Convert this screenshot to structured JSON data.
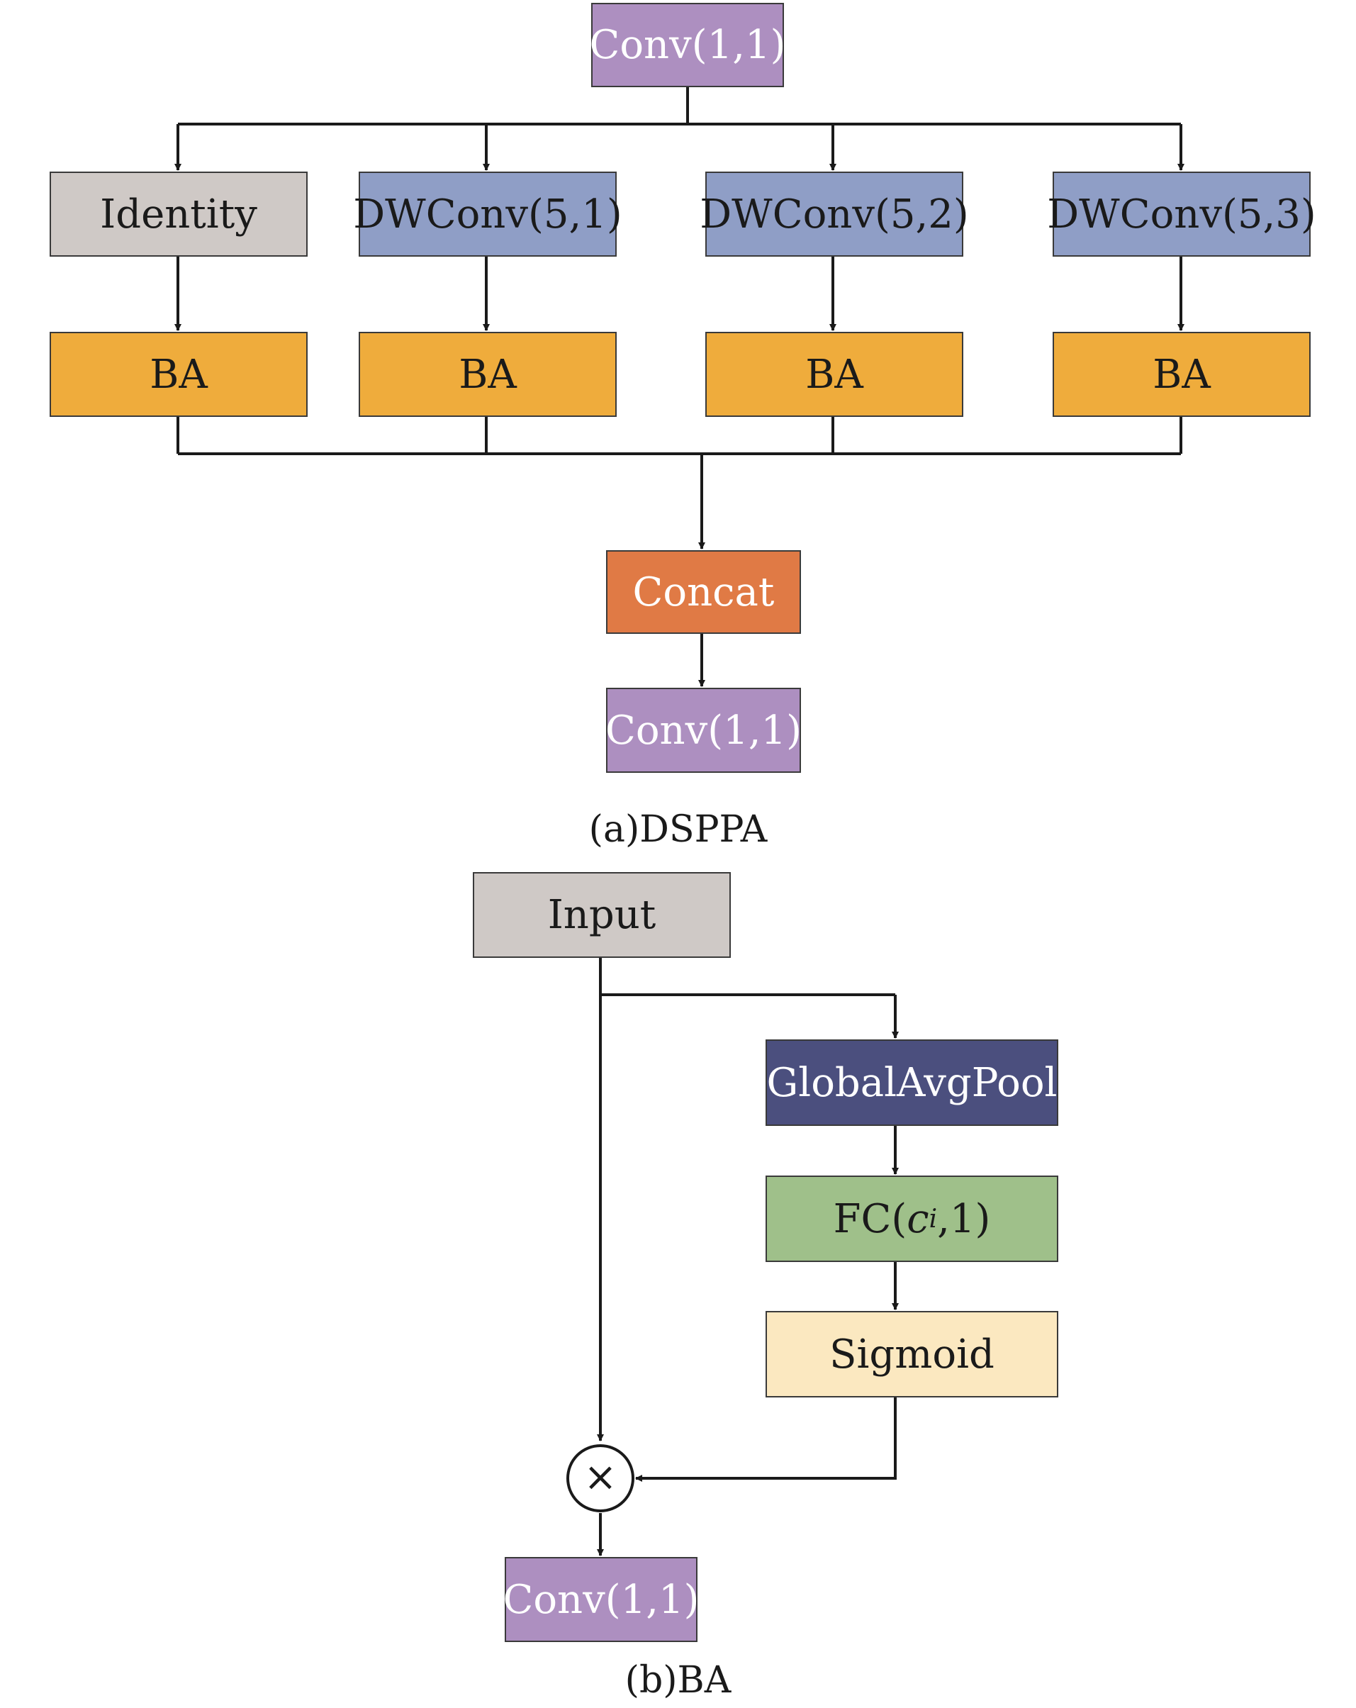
{
  "part_a": {
    "caption": "(a)DSPPA",
    "top_conv": "Conv(1,1)",
    "branches": [
      {
        "op": "Identity",
        "att": "BA"
      },
      {
        "op": "DWConv(5,1)",
        "att": "BA"
      },
      {
        "op": "DWConv(5,2)",
        "att": "BA"
      },
      {
        "op": "DWConv(5,3)",
        "att": "BA"
      }
    ],
    "concat": "Concat",
    "bottom_conv": "Conv(1,1)"
  },
  "part_b": {
    "caption": "(b)BA",
    "input": "Input",
    "gap": "GlobalAvgPool",
    "fc_prefix": "FC(",
    "fc_var": "c",
    "fc_sub": "i",
    "fc_suffix": ",1)",
    "sigmoid": "Sigmoid",
    "multiply_symbol": "×",
    "output_conv": "Conv(1,1)"
  },
  "colors": {
    "conv_purple": "#ad8fc0",
    "identity_gray": "#cfc9c6",
    "dwconv_blue": "#8f9ec6",
    "ba_orange": "#efac3c",
    "concat_red": "#e07a45",
    "gap_navy": "#4b4f7e",
    "fc_green": "#9fc08a",
    "sigmoid_cream": "#fbe8c0"
  }
}
